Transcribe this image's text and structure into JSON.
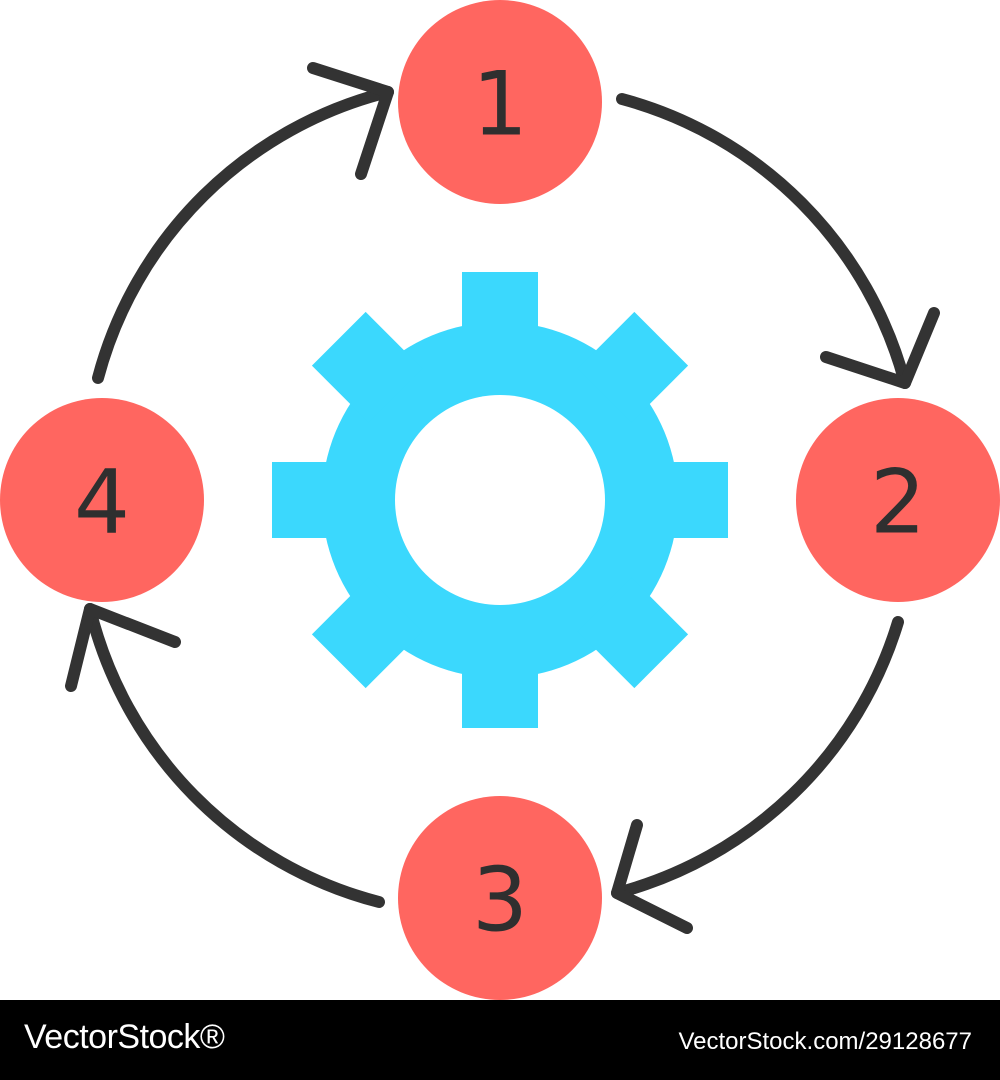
{
  "steps": [
    {
      "label": "1"
    },
    {
      "label": "2"
    },
    {
      "label": "3"
    },
    {
      "label": "4"
    }
  ],
  "icons": {
    "center": "gear-icon",
    "cycle": "arrow-cycle"
  },
  "colors": {
    "step_fill": "#ff6660",
    "step_text": "#2f2f2f",
    "gear": "#3bd8fd",
    "arrow": "#333333",
    "footer_background": "#000000",
    "footer_text": "#ffffff"
  },
  "watermark": {
    "brand": "VectorStock®",
    "id": "VectorStock.com/29128677"
  }
}
